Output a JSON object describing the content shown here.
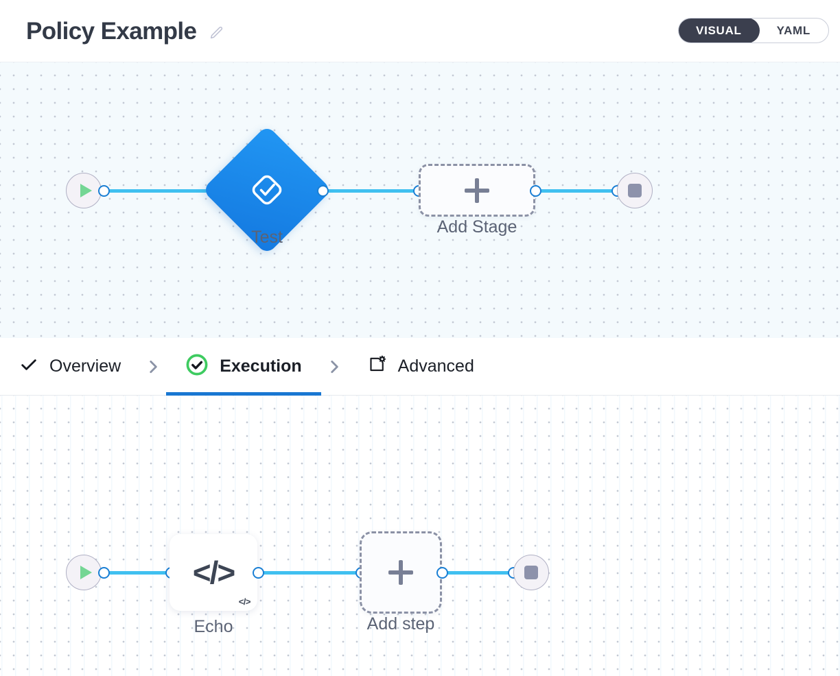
{
  "header": {
    "title": "Policy Example",
    "edit_icon": "pencil-icon",
    "view_toggle": {
      "options": [
        "VISUAL",
        "YAML"
      ],
      "selected": "VISUAL",
      "visual_label": "VISUAL",
      "yaml_label": "YAML"
    }
  },
  "stage_canvas": {
    "start_node": {
      "icon": "play-icon",
      "label": ""
    },
    "stages": [
      {
        "label": "Test",
        "icon": "approval-check-diamond-icon",
        "type": "stage",
        "color": "#1e88ea"
      }
    ],
    "add_stage": {
      "label": "Add Stage",
      "icon": "plus-icon"
    },
    "end_node": {
      "icon": "stop-icon",
      "label": ""
    }
  },
  "tabs": [
    {
      "label": "Overview",
      "icon": "check-icon",
      "active": false
    },
    {
      "label": "Execution",
      "icon": "check-circle-green-icon",
      "active": true
    },
    {
      "label": "Advanced",
      "icon": "box-gear-icon",
      "active": false
    }
  ],
  "tab_separator_icon": "chevron-right-icon",
  "step_canvas": {
    "start_node": {
      "icon": "play-icon"
    },
    "steps": [
      {
        "label": "Echo",
        "icon": "code-icon",
        "badge": "code-badge-icon"
      }
    ],
    "add_step": {
      "label": "Add step",
      "icon": "plus-icon"
    },
    "end_node": {
      "icon": "stop-icon"
    }
  },
  "colors": {
    "accent_blue": "#1977d2",
    "wire_blue": "#40c0f0",
    "stage_blue": "#1e88ea",
    "success_green": "#3ecb60",
    "toggle_dark": "#3b3f4e",
    "label_gray": "#5b6375"
  }
}
